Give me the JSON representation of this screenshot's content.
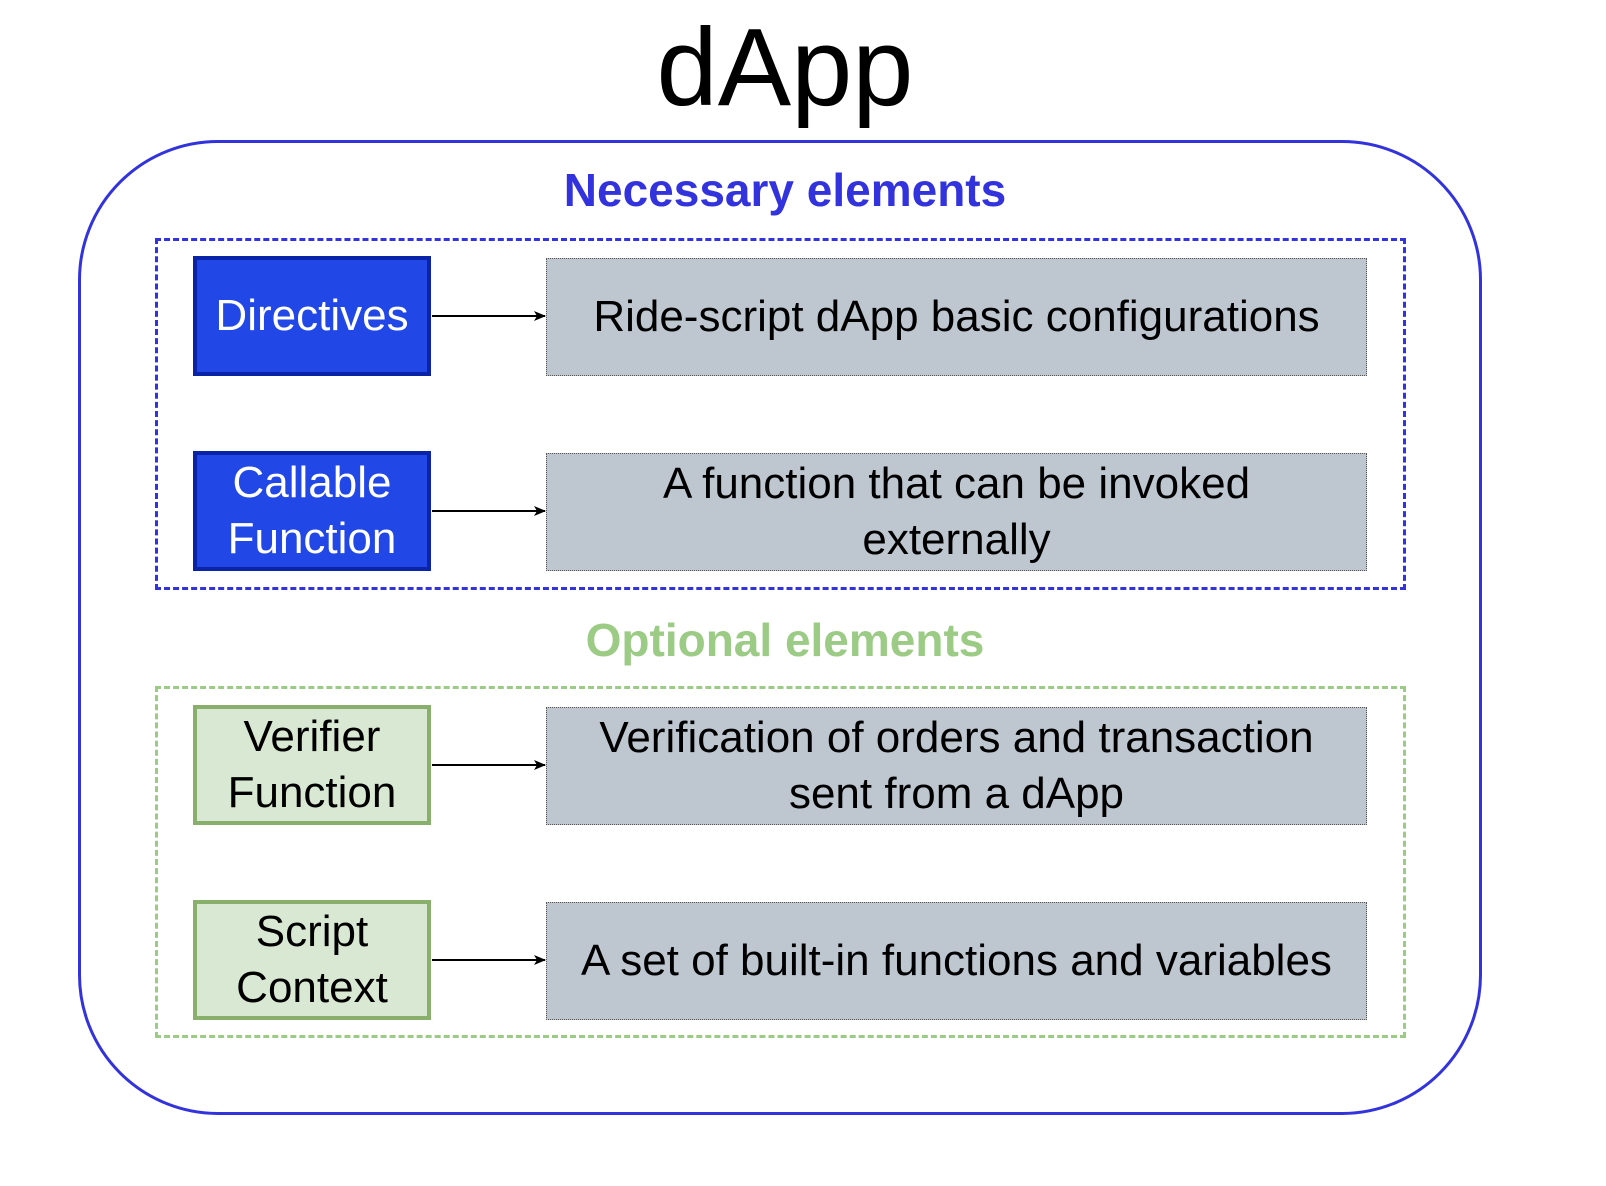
{
  "title": "dApp",
  "colors": {
    "outer_border": "#3333dd",
    "necessary_heading": "#3333dd",
    "necessary_fill": "#2147e6",
    "necessary_border": "#0b23a6",
    "optional_heading": "#9ccb86",
    "optional_fill": "#d9e8d2",
    "optional_border": "#88b06c",
    "description_fill": "#bec7d0"
  },
  "sections": {
    "necessary": {
      "heading": "Necessary elements",
      "items": [
        {
          "label": "Directives",
          "description": "Ride-script dApp basic configurations"
        },
        {
          "label": "Callable Function",
          "description": "A function that can be invoked externally"
        }
      ]
    },
    "optional": {
      "heading": "Optional elements",
      "items": [
        {
          "label": "Verifier Function",
          "description": "Verification of orders and transaction sent from a dApp"
        },
        {
          "label": "Script Context",
          "description": "A set of built-in functions and variables"
        }
      ]
    }
  }
}
